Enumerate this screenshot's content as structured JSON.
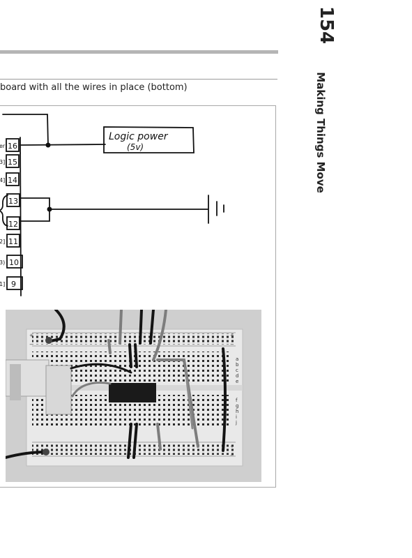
{
  "page": {
    "number": "154",
    "running_head": "Making Things Move"
  },
  "figure": {
    "caption": "board with all the wires in place (bottom)",
    "schematic": {
      "pins": [
        "16",
        "15",
        "14",
        "13",
        "12",
        "11",
        "10",
        "9"
      ],
      "pin_prefixes": [
        "er",
        "3]",
        "4]",
        "",
        "",
        "2]",
        "3)",
        "1]"
      ],
      "logic_power_label": "Logic power",
      "logic_power_sub": "(5v)"
    },
    "breadboard": {
      "row_letters_top": [
        "a",
        "b",
        "c",
        "d",
        "e"
      ],
      "row_letters_bottom": [
        "f",
        "g",
        "h",
        "i",
        "j"
      ],
      "rail_plus": "+",
      "rail_minus": "−"
    }
  }
}
